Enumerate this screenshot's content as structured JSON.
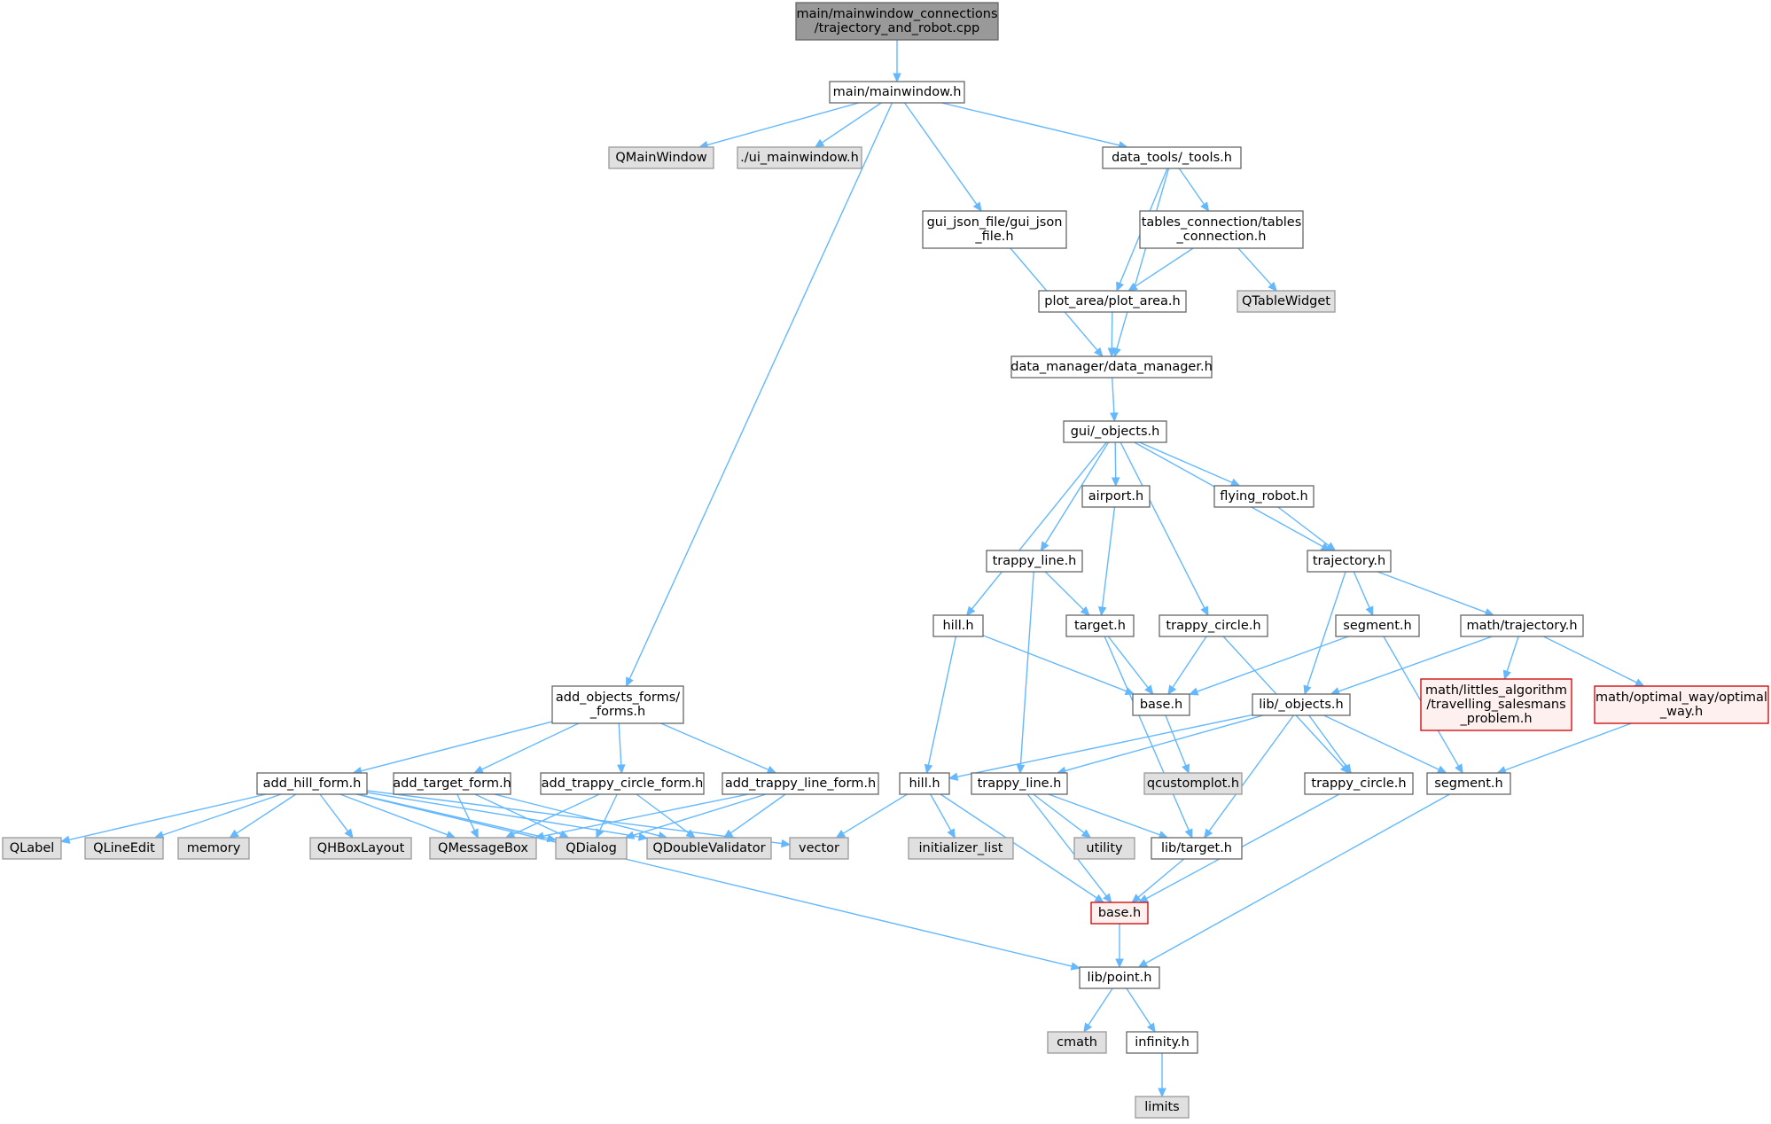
{
  "colors": {
    "edge": "#63b8ff",
    "root_fill": "#999999",
    "root_border": "#666666",
    "internal_fill": "#ffffff",
    "internal_border": "#666666",
    "external_fill": "#e0e0e0",
    "external_border": "#999999",
    "missing_fill": "#fff0f0",
    "missing_border": "#cc0000",
    "text": "#000000"
  },
  "nodes": [
    {
      "id": "root",
      "kind": "root",
      "lines": [
        "main/mainwindow_connections",
        "/trajectory_and_robot.cpp"
      ]
    },
    {
      "id": "mainwindow_h",
      "kind": "internal",
      "lines": [
        "main/mainwindow.h"
      ]
    },
    {
      "id": "qmainwindow",
      "kind": "external",
      "lines": [
        "QMainWindow"
      ]
    },
    {
      "id": "ui_mainwindow_h",
      "kind": "external",
      "lines": [
        "./ui_mainwindow.h"
      ]
    },
    {
      "id": "data_tools_h",
      "kind": "internal",
      "lines": [
        "data_tools/_tools.h"
      ]
    },
    {
      "id": "gui_json_file_h",
      "kind": "internal",
      "lines": [
        "gui_json_file/gui_json",
        "_file.h"
      ]
    },
    {
      "id": "tables_connection_h",
      "kind": "internal",
      "lines": [
        "tables_connection/tables",
        "_connection.h"
      ]
    },
    {
      "id": "plot_area_h",
      "kind": "internal",
      "lines": [
        "plot_area/plot_area.h"
      ]
    },
    {
      "id": "qtablewidget",
      "kind": "external",
      "lines": [
        "QTableWidget"
      ]
    },
    {
      "id": "data_manager_h",
      "kind": "internal",
      "lines": [
        "data_manager/data_manager.h"
      ]
    },
    {
      "id": "gui_objects_h",
      "kind": "internal",
      "lines": [
        "gui/_objects.h"
      ]
    },
    {
      "id": "airport_h",
      "kind": "internal",
      "lines": [
        "airport.h"
      ]
    },
    {
      "id": "flying_robot_h",
      "kind": "internal",
      "lines": [
        "flying_robot.h"
      ]
    },
    {
      "id": "trappy_line_h_gui",
      "kind": "internal",
      "lines": [
        "trappy_line.h"
      ]
    },
    {
      "id": "trajectory_h",
      "kind": "internal",
      "lines": [
        "trajectory.h"
      ]
    },
    {
      "id": "hill_h_gui",
      "kind": "internal",
      "lines": [
        "hill.h"
      ]
    },
    {
      "id": "target_h_gui",
      "kind": "internal",
      "lines": [
        "target.h"
      ]
    },
    {
      "id": "trappy_circle_h_gui",
      "kind": "internal",
      "lines": [
        "trappy_circle.h"
      ]
    },
    {
      "id": "segment_h_gui",
      "kind": "internal",
      "lines": [
        "segment.h"
      ]
    },
    {
      "id": "math_trajectory_h",
      "kind": "internal",
      "lines": [
        "math/trajectory.h"
      ]
    },
    {
      "id": "add_objects_forms_h",
      "kind": "internal",
      "lines": [
        "add_objects_forms/",
        "_forms.h"
      ]
    },
    {
      "id": "base_h_gui",
      "kind": "internal",
      "lines": [
        "base.h"
      ]
    },
    {
      "id": "lib_objects_h",
      "kind": "internal",
      "lines": [
        "lib/_objects.h"
      ]
    },
    {
      "id": "littles_h",
      "kind": "missing",
      "lines": [
        "math/littles_algorithm",
        "/travelling_salesmans",
        "_problem.h"
      ]
    },
    {
      "id": "optimal_way_h",
      "kind": "missing",
      "lines": [
        "math/optimal_way/optimal",
        "_way.h"
      ]
    },
    {
      "id": "add_hill_form_h",
      "kind": "internal",
      "lines": [
        "add_hill_form.h"
      ]
    },
    {
      "id": "add_target_form_h",
      "kind": "internal",
      "lines": [
        "add_target_form.h"
      ]
    },
    {
      "id": "add_trappy_circle_form_h",
      "kind": "internal",
      "lines": [
        "add_trappy_circle_form.h"
      ]
    },
    {
      "id": "add_trappy_line_form_h",
      "kind": "internal",
      "lines": [
        "add_trappy_line_form.h"
      ]
    },
    {
      "id": "hill_h_lib",
      "kind": "internal",
      "lines": [
        "hill.h"
      ]
    },
    {
      "id": "trappy_line_h_lib",
      "kind": "internal",
      "lines": [
        "trappy_line.h"
      ]
    },
    {
      "id": "qcustomplot_h",
      "kind": "external",
      "lines": [
        "qcustomplot.h"
      ]
    },
    {
      "id": "trappy_circle_h_lib",
      "kind": "internal",
      "lines": [
        "trappy_circle.h"
      ]
    },
    {
      "id": "segment_h_lib",
      "kind": "internal",
      "lines": [
        "segment.h"
      ]
    },
    {
      "id": "qlabel",
      "kind": "external",
      "lines": [
        "QLabel"
      ]
    },
    {
      "id": "qlineedit",
      "kind": "external",
      "lines": [
        "QLineEdit"
      ]
    },
    {
      "id": "memory",
      "kind": "external",
      "lines": [
        "memory"
      ]
    },
    {
      "id": "qhboxlayout",
      "kind": "external",
      "lines": [
        "QHBoxLayout"
      ]
    },
    {
      "id": "qmessagebox",
      "kind": "external",
      "lines": [
        "QMessageBox"
      ]
    },
    {
      "id": "qdialog",
      "kind": "external",
      "lines": [
        "QDialog"
      ]
    },
    {
      "id": "qdoublevalidator",
      "kind": "external",
      "lines": [
        "QDoubleValidator"
      ]
    },
    {
      "id": "vector",
      "kind": "external",
      "lines": [
        "vector"
      ]
    },
    {
      "id": "initializer_list",
      "kind": "external",
      "lines": [
        "initializer_list"
      ]
    },
    {
      "id": "utility",
      "kind": "external",
      "lines": [
        "utility"
      ]
    },
    {
      "id": "lib_target_h",
      "kind": "internal",
      "lines": [
        "lib/target.h"
      ]
    },
    {
      "id": "base_h_lib",
      "kind": "missing",
      "lines": [
        "base.h"
      ]
    },
    {
      "id": "lib_point_h",
      "kind": "internal",
      "lines": [
        "lib/point.h"
      ]
    },
    {
      "id": "cmath",
      "kind": "external",
      "lines": [
        "cmath"
      ]
    },
    {
      "id": "infinity_h",
      "kind": "internal",
      "lines": [
        "infinity.h"
      ]
    },
    {
      "id": "limits",
      "kind": "external",
      "lines": [
        "limits"
      ]
    }
  ],
  "edges": [
    [
      "root",
      "mainwindow_h"
    ],
    [
      "mainwindow_h",
      "qmainwindow"
    ],
    [
      "mainwindow_h",
      "ui_mainwindow_h"
    ],
    [
      "mainwindow_h",
      "data_tools_h"
    ],
    [
      "mainwindow_h",
      "gui_json_file_h"
    ],
    [
      "mainwindow_h",
      "add_objects_forms_h"
    ],
    [
      "data_tools_h",
      "tables_connection_h"
    ],
    [
      "data_tools_h",
      "plot_area_h"
    ],
    [
      "data_tools_h",
      "data_manager_h"
    ],
    [
      "tables_connection_h",
      "plot_area_h"
    ],
    [
      "tables_connection_h",
      "qtablewidget"
    ],
    [
      "gui_json_file_h",
      "data_manager_h"
    ],
    [
      "plot_area_h",
      "data_manager_h"
    ],
    [
      "data_manager_h",
      "gui_objects_h"
    ],
    [
      "gui_objects_h",
      "airport_h"
    ],
    [
      "gui_objects_h",
      "flying_robot_h"
    ],
    [
      "gui_objects_h",
      "trappy_line_h_gui"
    ],
    [
      "gui_objects_h",
      "trajectory_h"
    ],
    [
      "gui_objects_h",
      "hill_h_gui"
    ],
    [
      "gui_objects_h",
      "trappy_circle_h_gui"
    ],
    [
      "airport_h",
      "target_h_gui"
    ],
    [
      "flying_robot_h",
      "trajectory_h"
    ],
    [
      "trappy_line_h_gui",
      "target_h_gui"
    ],
    [
      "trappy_line_h_gui",
      "trappy_line_h_lib"
    ],
    [
      "trajectory_h",
      "segment_h_gui"
    ],
    [
      "trajectory_h",
      "math_trajectory_h"
    ],
    [
      "trajectory_h",
      "lib_objects_h"
    ],
    [
      "hill_h_gui",
      "base_h_gui"
    ],
    [
      "hill_h_gui",
      "hill_h_lib"
    ],
    [
      "target_h_gui",
      "base_h_gui"
    ],
    [
      "target_h_gui",
      "lib_target_h"
    ],
    [
      "trappy_circle_h_gui",
      "base_h_gui"
    ],
    [
      "trappy_circle_h_gui",
      "trappy_circle_h_lib"
    ],
    [
      "segment_h_gui",
      "base_h_gui"
    ],
    [
      "segment_h_gui",
      "segment_h_lib"
    ],
    [
      "math_trajectory_h",
      "lib_objects_h"
    ],
    [
      "math_trajectory_h",
      "littles_h"
    ],
    [
      "math_trajectory_h",
      "optimal_way_h"
    ],
    [
      "base_h_gui",
      "qcustomplot_h"
    ],
    [
      "lib_objects_h",
      "hill_h_lib"
    ],
    [
      "lib_objects_h",
      "trappy_line_h_lib"
    ],
    [
      "lib_objects_h",
      "trappy_circle_h_lib"
    ],
    [
      "lib_objects_h",
      "segment_h_lib"
    ],
    [
      "lib_objects_h",
      "lib_target_h"
    ],
    [
      "optimal_way_h",
      "segment_h_lib"
    ],
    [
      "add_objects_forms_h",
      "add_hill_form_h"
    ],
    [
      "add_objects_forms_h",
      "add_target_form_h"
    ],
    [
      "add_objects_forms_h",
      "add_trappy_circle_form_h"
    ],
    [
      "add_objects_forms_h",
      "add_trappy_line_form_h"
    ],
    [
      "add_hill_form_h",
      "qlabel"
    ],
    [
      "add_hill_form_h",
      "qlineedit"
    ],
    [
      "add_hill_form_h",
      "memory"
    ],
    [
      "add_hill_form_h",
      "qhboxlayout"
    ],
    [
      "add_hill_form_h",
      "qmessagebox"
    ],
    [
      "add_hill_form_h",
      "qdialog"
    ],
    [
      "add_hill_form_h",
      "qdoublevalidator"
    ],
    [
      "add_hill_form_h",
      "vector"
    ],
    [
      "add_hill_form_h",
      "lib_point_h"
    ],
    [
      "add_target_form_h",
      "qmessagebox"
    ],
    [
      "add_target_form_h",
      "qdialog"
    ],
    [
      "add_target_form_h",
      "qdoublevalidator"
    ],
    [
      "add_trappy_circle_form_h",
      "qmessagebox"
    ],
    [
      "add_trappy_circle_form_h",
      "qdialog"
    ],
    [
      "add_trappy_circle_form_h",
      "qdoublevalidator"
    ],
    [
      "add_trappy_line_form_h",
      "qmessagebox"
    ],
    [
      "add_trappy_line_form_h",
      "qdialog"
    ],
    [
      "add_trappy_line_form_h",
      "qdoublevalidator"
    ],
    [
      "hill_h_lib",
      "vector"
    ],
    [
      "hill_h_lib",
      "initializer_list"
    ],
    [
      "hill_h_lib",
      "base_h_lib"
    ],
    [
      "trappy_line_h_lib",
      "utility"
    ],
    [
      "trappy_line_h_lib",
      "lib_target_h"
    ],
    [
      "trappy_line_h_lib",
      "base_h_lib"
    ],
    [
      "trappy_circle_h_lib",
      "base_h_lib"
    ],
    [
      "lib_target_h",
      "base_h_lib"
    ],
    [
      "segment_h_lib",
      "lib_point_h"
    ],
    [
      "base_h_lib",
      "lib_point_h"
    ],
    [
      "lib_point_h",
      "cmath"
    ],
    [
      "lib_point_h",
      "infinity_h"
    ],
    [
      "infinity_h",
      "limits"
    ]
  ]
}
